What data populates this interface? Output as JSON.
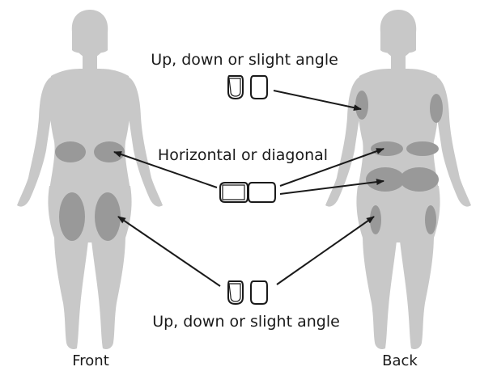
{
  "labels": {
    "top": "Up, down or slight angle",
    "middle": "Horizontal or diagonal",
    "bottom": "Up, down or slight angle",
    "front": "Front",
    "back": "Back"
  },
  "colors": {
    "body": "#c8c8c8",
    "site": "#999999",
    "arrow": "#1a1a1a",
    "device_outline": "#1a1a1a"
  },
  "icons": {
    "device_orientation_top": "pod-vertical-pair-icon",
    "device_orientation_middle": "pod-horizontal-pair-icon",
    "device_orientation_bottom": "pod-vertical-pair-icon"
  }
}
